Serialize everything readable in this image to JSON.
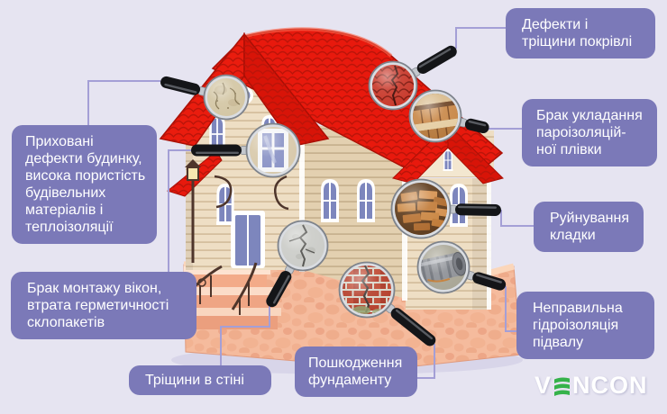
{
  "title": "House hidden defects infographic",
  "background_color": "#e6e4f1",
  "palette": {
    "label_box": "#7b79b8",
    "label_text": "#ffffff",
    "connector": "#a49fd6",
    "roof_red": "#e8190d",
    "wall_cream": "#eedec4",
    "foundation_peach": "#f5bb9d",
    "logo_green": "#35b24a",
    "logo_text": "#ffffff"
  },
  "labels": {
    "roof": "Дефекти і\nтріщини покрівлі",
    "vapor_barrier": "Брак укладання\nпароізоляцій-\nної плівки",
    "masonry": "Руйнування\nкладки",
    "basement": "Неправильна\nгідроізоляція\nпідвалу",
    "hidden_defects": "Приховані\nдефекти будинку,\nвисока пористість\nбудівельних\nматеріалів і\nтеплоізоляції",
    "windows": "Брак монтажу вікон,\nвтрата герметичності\nсклопакетів",
    "wall_crack": "Тріщини в стіні",
    "foundation": "Пошкодження\nфундаменту"
  },
  "logo": {
    "prefix": "V",
    "suffix": "NCON",
    "e_icon": "vencon-green-wave-e"
  },
  "illustration": {
    "type": "house-with-magnifiers",
    "magnifier_icons": [
      "magnifier-plaster-defects-icon",
      "magnifier-window-seal-icon",
      "magnifier-roof-shingles-icon",
      "magnifier-vapor-barrier-icon",
      "magnifier-masonry-bricks-icon",
      "magnifier-wall-crack-icon",
      "magnifier-foundation-brick-icon",
      "magnifier-basement-pipe-icon"
    ]
  }
}
